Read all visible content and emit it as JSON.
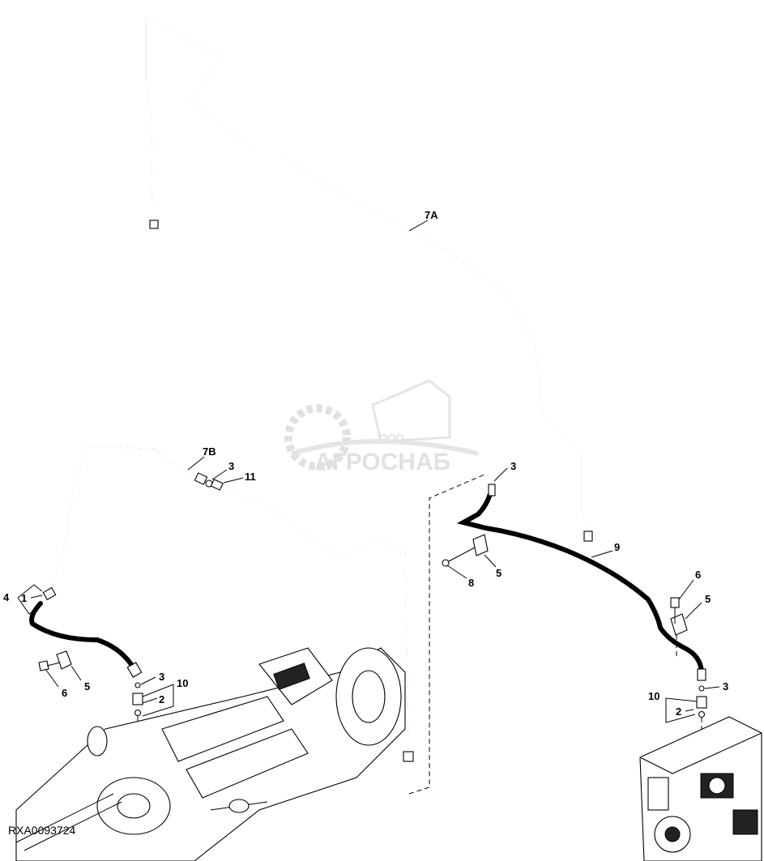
{
  "figure": {
    "code": "RXA0093724",
    "watermark": {
      "brand": "АГРОСНАБ",
      "prefix": "ООО"
    }
  },
  "callouts": {
    "c7A": "7A",
    "c7B": "7B",
    "c3_left": "3",
    "c11": "11",
    "c4": "4",
    "c1": "1",
    "c5_left": "5",
    "c6_left": "6",
    "c3_left_lower": "3",
    "c10_left": "10",
    "c2_left": "2",
    "c3_right_top": "3",
    "c9": "9",
    "c5_right_mid": "5",
    "c8": "8",
    "c6_right": "6",
    "c5_right": "5",
    "c3_right_lower": "3",
    "c10_right": "10",
    "c2_right": "2"
  }
}
